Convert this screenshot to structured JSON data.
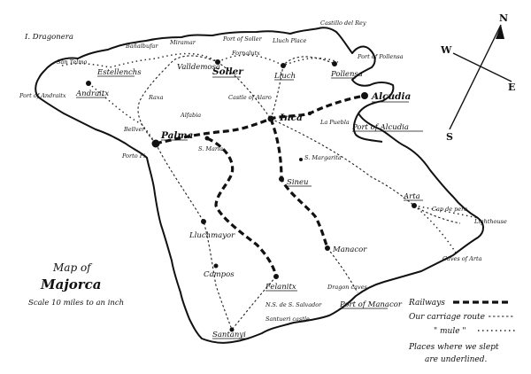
{
  "title": {
    "line1": "Map of",
    "line2": "Majorca",
    "scale": "Scale 10 miles to an inch"
  },
  "compass": {
    "n": "N",
    "s": "S",
    "e": "E",
    "w": "W"
  },
  "legend": {
    "railways": "Railways",
    "carriage": "Our carriage route",
    "mule": "\" mule \"",
    "places_line1": "Places where we slept",
    "places_line2": "are underlined."
  },
  "places": {
    "dragonera": "I. Dragonera",
    "san_telmo": "San Telmo",
    "estellenchs": "Estellenchs",
    "banalbufar": "Bañalbufar",
    "miramar": "Miramar",
    "valldemosa": "Valldemosa",
    "port_soller": "Port of Soller",
    "fornalutx": "Fornalutx",
    "soller": "Soller",
    "lluch_place": "Lluch Place",
    "lluch": "Lluch",
    "castillo": "Castillo del Rey",
    "pollensa": "Pollensa",
    "port_pollensa": "Port of Pollensa",
    "andraitx": "Andraitx",
    "port_andraitx": "Port of Andraitx",
    "raxa": "Raxa",
    "alfabia": "Alfabia",
    "castle_alaro": "Castle of Alaro",
    "inca": "Inca",
    "la_puebla": "La Puebla",
    "alcudia": "Alcudia",
    "port_alcudia": "Port of Alcudia",
    "bellver": "Bellver",
    "palma": "Palma",
    "porto_pi": "Porto Pi",
    "s_maria": "S. Maria",
    "s_margarita": "S. Margarita",
    "sineu": "Sineu",
    "arta": "Arta",
    "cap_pera": "Cap de pera",
    "lighthouse": "Lighthouse",
    "lluchmayor": "Lluchmayor",
    "manacor": "Manacor",
    "caves_arta": "Caves of Arta",
    "campos": "Campos",
    "felanitx": "Felanitx",
    "dragon_caves": "Dragon caves",
    "port_manacor": "Port of Manacor",
    "ns_salvador": "N.S. de S. Salvador",
    "santueri": "Santueri castle",
    "santanyi": "Santanyi"
  }
}
